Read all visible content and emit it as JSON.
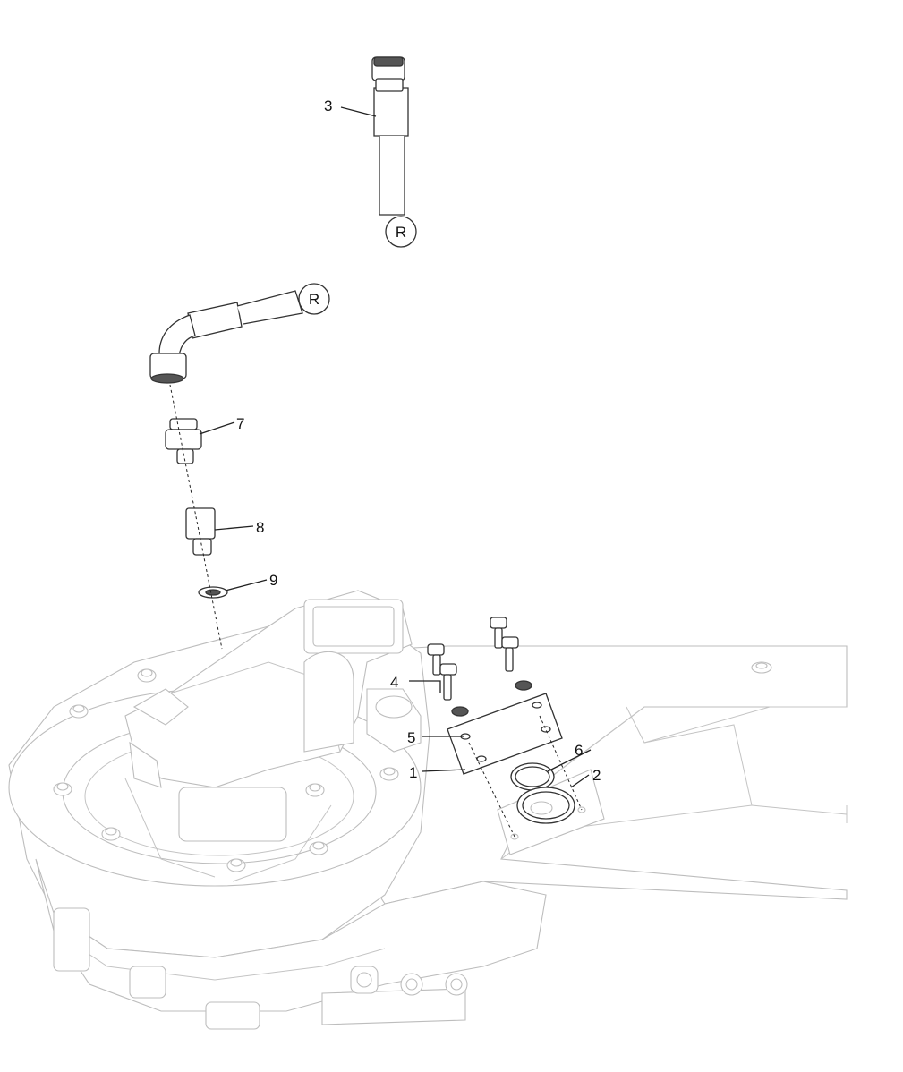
{
  "diagram": {
    "callouts": {
      "c1": "1",
      "c2": "2",
      "c3": "3",
      "c4": "4",
      "c5": "5",
      "c6": "6",
      "c7": "7",
      "c8": "8",
      "c9": "9"
    },
    "reference_marks": {
      "upper": "R",
      "lower": "R"
    }
  },
  "colors": {
    "line": "#222222",
    "ghost_line": "#bdbdbd",
    "background": "#ffffff"
  }
}
